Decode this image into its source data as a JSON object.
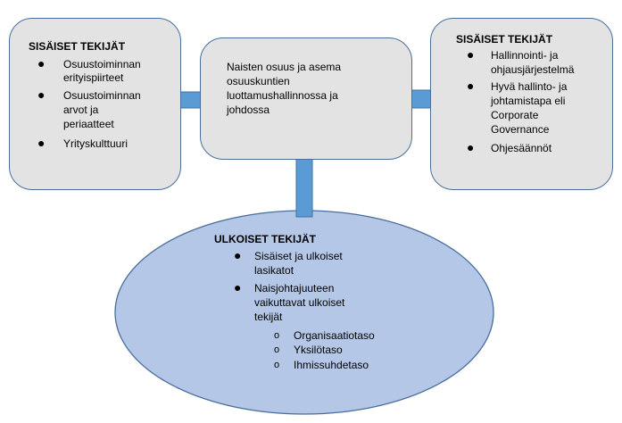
{
  "left_box": {
    "title": "SISÄISET TEKIJÄT",
    "items": [
      [
        "Osuustoiminnan",
        "erityispiirteet"
      ],
      [
        "Osuustoiminnan",
        "arvot ja",
        "periaatteet"
      ],
      [
        "Yrityskulttuuri"
      ]
    ]
  },
  "center_box": {
    "lines": [
      "Naisten osuus ja asema",
      "osuuskuntien",
      "luottamushallinnossa ja",
      "johdossa"
    ]
  },
  "right_box": {
    "title": "SISÄISET TEKIJÄT",
    "items": [
      [
        "Hallinnointi- ja",
        "ohjausjärjestelmä"
      ],
      [
        "Hyvä hallinto- ja",
        "johtamistapa eli",
        "Corporate",
        "Governance"
      ],
      [
        "Ohjesäännöt"
      ]
    ]
  },
  "ellipse": {
    "title": "ULKOISET TEKIJÄT",
    "items": [
      [
        "Sisäiset ja ulkoiset",
        "lasikatot"
      ],
      [
        "Naisjohtajuuteen",
        "vaikuttavat ulkoiset",
        "tekijät"
      ]
    ],
    "subitems": [
      "Organisaatiotaso",
      "Yksilötaso",
      "Ihmissuhdetaso"
    ]
  },
  "colors": {
    "box_fill": "#e3e3e3",
    "border": "#4a6d9c",
    "arrow": "#5b9bd5",
    "ellipse_fill": "#b4c7e7"
  }
}
